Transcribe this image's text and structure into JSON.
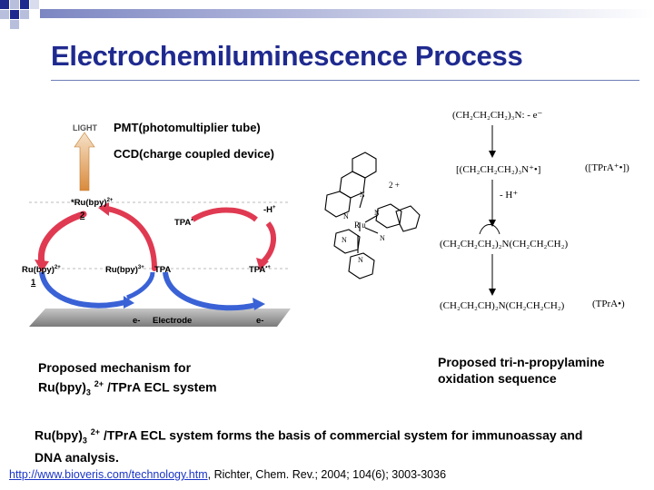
{
  "slide": {
    "title": "Electrochemiluminescence Process"
  },
  "detectors": {
    "pmt": "PMT(photomultiplier tube)",
    "ccd": "CCD(charge coupled device)"
  },
  "mechanism": {
    "light_label": "LIGHT",
    "excited_state": "*Ru(bpy)",
    "excited_state_charge": "2+",
    "step_2": "2",
    "ru2_label": "Ru(bpy)",
    "ru2_charge": "2+",
    "step_1": "1",
    "ru3_label": "Ru(bpy)",
    "ru3_charge": "3+",
    "tpa_radical": "TPA",
    "tpa_radical_dot": "•",
    "minus_h": "-H",
    "minus_h_sup": "+",
    "tpa": "TPA",
    "tpa_cation": "TPA",
    "tpa_cation_sup": "•+",
    "electron_left": "e-",
    "electrode": "Electrode",
    "electron_right": "e-"
  },
  "complex": {
    "charge": "2 +",
    "ru": "R u",
    "n_atom": "N"
  },
  "oxidation": {
    "step1_formula": "(CH₂CH₂CH₂)₃N:  -  e⁻",
    "step2_formula": "[(CH₂CH₂CH₂)₃N⁺•]",
    "step2_alt": "([TPrA⁺•])",
    "minus_h": "- H⁺",
    "step3_formula": "(CH₂CH₂CH₂)₂N(CH₂CH₂CH₂)",
    "step4_formula": "(CH₂CH₂CH)₂N(CH₂CH₂CH₂)",
    "step4_alt": "(TPrA•)"
  },
  "captions": {
    "left_line1": "Proposed mechanism for",
    "left_line2_a": "Ru(bpy)",
    "left_line2_sub": "3",
    "left_line2_sup": "2+",
    "left_line2_b": " /TPrA ECL system",
    "right_line1": "Proposed tri-n-propylamine",
    "right_line2": "oxidation sequence"
  },
  "statement": {
    "a": "Ru(bpy)",
    "sub": "3",
    "sup": "2+",
    "b": " /TPrA ECL system forms the basis of commercial system for immunoassay and DNA analysis."
  },
  "citation": {
    "link": "http://www.bioveris.com/technology.htm",
    "rest": ", Richter, Chem. Rev.; 2004; 104(6); 3003-3036"
  },
  "colors": {
    "title": "#1f2a8f",
    "link": "#1a35c7",
    "red_arrow": "#e03a52",
    "blue_arrow": "#3a62d6",
    "light_arrow": "#e8b27a",
    "electrode": "#9a9a9a"
  }
}
